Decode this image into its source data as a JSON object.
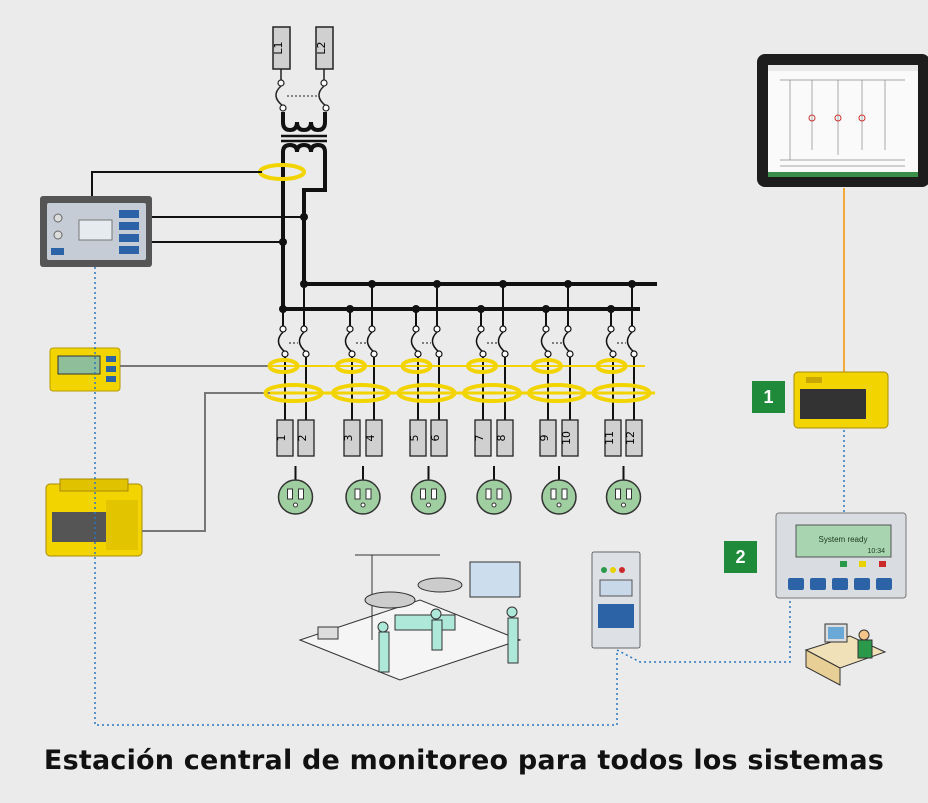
{
  "title": "Estación central de monitoreo para todos los sistemas",
  "supply_labels": [
    "L1",
    "L2"
  ],
  "circuit_labels": [
    "1",
    "2",
    "3",
    "4",
    "5",
    "6",
    "7",
    "8",
    "9",
    "10",
    "11",
    "12"
  ],
  "badges": [
    "1",
    "2"
  ],
  "panel": {
    "status_text": "System ready",
    "time": "10:34"
  },
  "colors": {
    "accent": "#f2d500",
    "badge": "#1f8a3a",
    "outlet": "#9fcfa0",
    "fiber": "#f0a93a",
    "dotted": "#2a77c2"
  }
}
